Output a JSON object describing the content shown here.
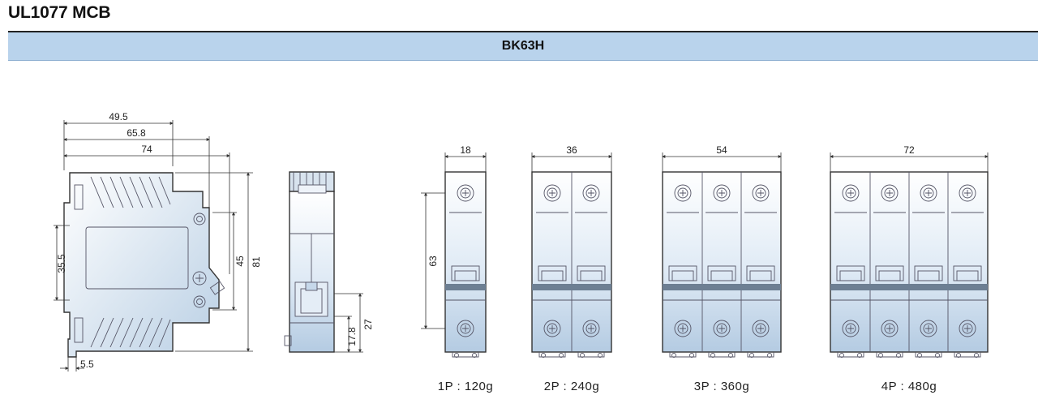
{
  "header": {
    "title": "UL1077 MCB",
    "model": "BK63H"
  },
  "side_view": {
    "dims": {
      "d49_5": "49.5",
      "d65_8": "65.8",
      "d74": "74",
      "d35_5": "35.5",
      "d45": "45",
      "d81": "81",
      "d5_5": "5.5"
    }
  },
  "front_view": {
    "dims": {
      "d27": "27",
      "d17_8": "17.8"
    }
  },
  "variants": [
    {
      "width_label": "18",
      "height_label": "63",
      "poles": 1,
      "weight_label": "1P : 120g"
    },
    {
      "width_label": "36",
      "poles": 2,
      "weight_label": "2P : 240g"
    },
    {
      "width_label": "54",
      "poles": 3,
      "weight_label": "3P : 360g"
    },
    {
      "width_label": "72",
      "poles": 4,
      "weight_label": "4P : 480g"
    }
  ],
  "colors": {
    "banner": "#b9d3ec",
    "body_top": "#ffffff",
    "body_bottom": "#b4cbe2",
    "outline": "#333333"
  }
}
